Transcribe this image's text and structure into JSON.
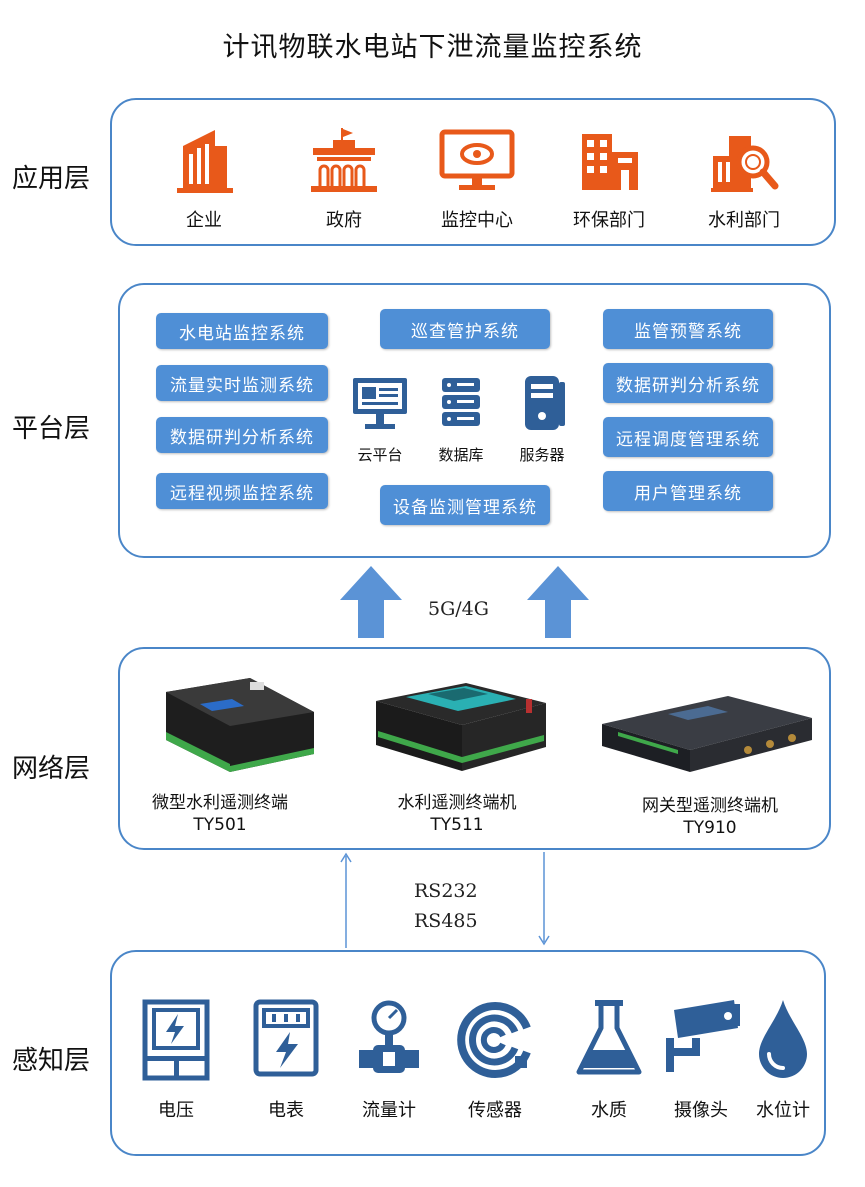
{
  "title": "计讯物联水电站下泄流量监控系统",
  "layers": {
    "application": "应用层",
    "platform": "平台层",
    "network": "网络层",
    "perception": "感知层"
  },
  "application_items": [
    {
      "label": "企业",
      "icon": "enterprise-building-icon"
    },
    {
      "label": "政府",
      "icon": "government-building-icon"
    },
    {
      "label": "监控中心",
      "icon": "monitor-center-icon"
    },
    {
      "label": "环保部门",
      "icon": "environmental-building-icon"
    },
    {
      "label": "水利部门",
      "icon": "water-resources-search-icon"
    }
  ],
  "platform": {
    "left_systems": [
      "水电站监控系统",
      "流量实时监测系统",
      "数据研判分析系统",
      "远程视频监控系统"
    ],
    "center_top": "巡查管护系统",
    "center_bottom": "设备监测管理系统",
    "right_systems": [
      "监管预警系统",
      "数据研判分析系统",
      "远程调度管理系统",
      "用户管理系统"
    ],
    "center_icons": [
      {
        "label": "云平台",
        "icon": "cloud-platform-icon"
      },
      {
        "label": "数据库",
        "icon": "database-icon"
      },
      {
        "label": "服务器",
        "icon": "server-icon"
      }
    ]
  },
  "uplink_label": "5G/4G",
  "network_devices": [
    {
      "name": "微型水利遥测终端",
      "model": "TY501"
    },
    {
      "name": "水利遥测终端机",
      "model": "TY511"
    },
    {
      "name": "网关型遥测终端机",
      "model": "TY910"
    }
  ],
  "protocols": [
    "RS232",
    "RS485"
  ],
  "sensors": [
    {
      "label": "电压",
      "icon": "voltage-icon"
    },
    {
      "label": "电表",
      "icon": "electric-meter-icon"
    },
    {
      "label": "流量计",
      "icon": "flow-meter-icon"
    },
    {
      "label": "传感器",
      "icon": "sensor-signal-icon"
    },
    {
      "label": "水质",
      "icon": "water-quality-flask-icon"
    },
    {
      "label": "摄像头",
      "icon": "camera-icon"
    },
    {
      "label": "水位计",
      "icon": "water-level-drop-icon"
    }
  ],
  "colors": {
    "orange": "#e8591a",
    "blue": "#2f5f98",
    "button": "#4f8fd6",
    "border": "#4a86c8"
  }
}
